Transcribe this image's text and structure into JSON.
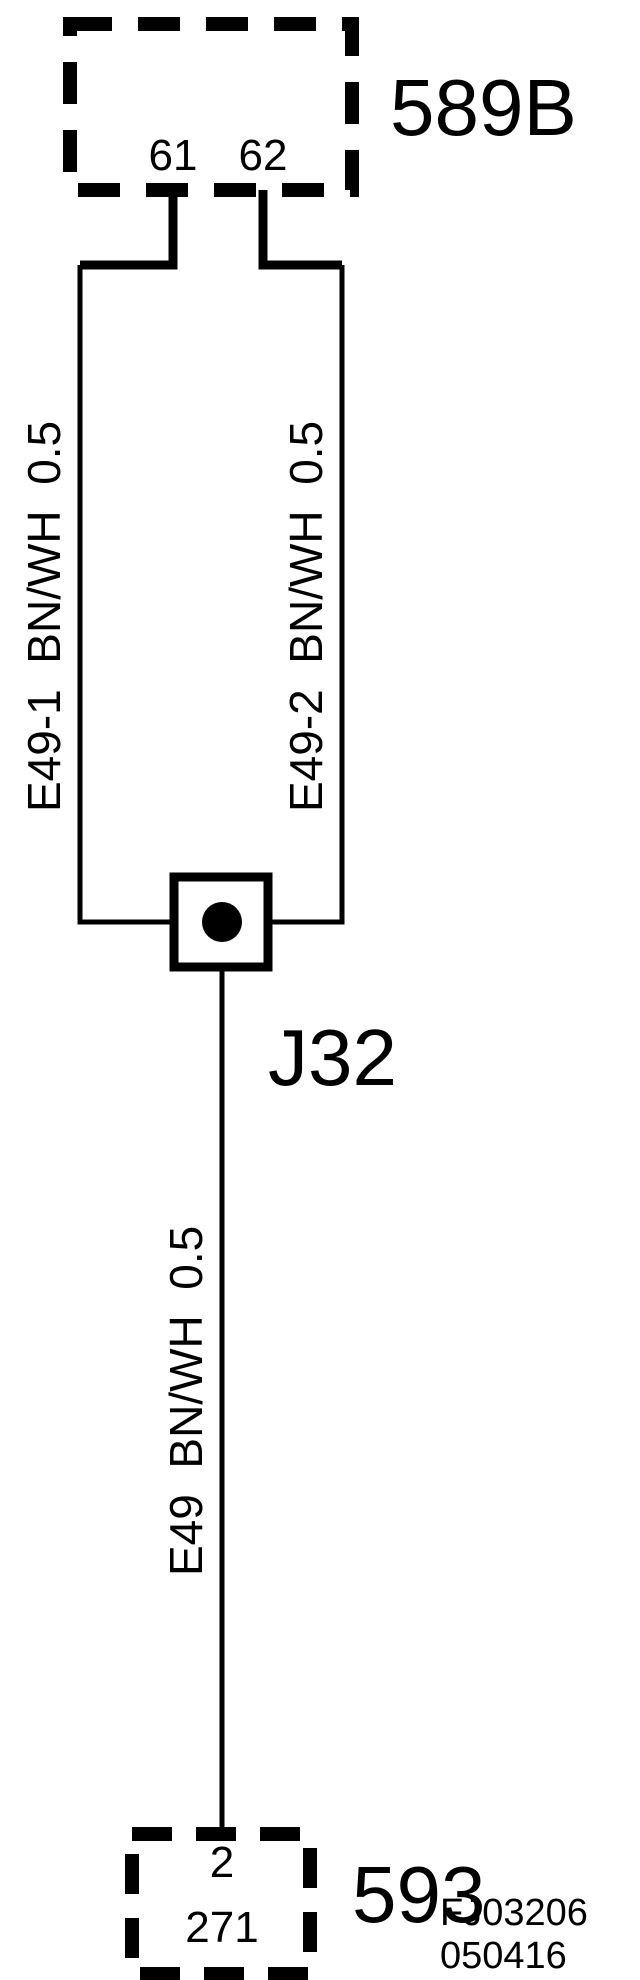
{
  "connectors": {
    "top": {
      "id": "589B",
      "pin_left": "61",
      "pin_right": "62"
    },
    "bottom": {
      "id": "593",
      "pin": "2",
      "code": "271"
    }
  },
  "splice": {
    "id": "J32"
  },
  "wires": {
    "left": {
      "text": "E49-1  BN/WH  0.5"
    },
    "right": {
      "text": "E49-2  BN/WH  0.5"
    },
    "center": {
      "text": "E49  BN/WH  0.5"
    }
  },
  "reference": {
    "line1": "FJ03206",
    "line2": "050416"
  },
  "colors": {
    "ink": "#000000",
    "background": "#ffffff"
  }
}
